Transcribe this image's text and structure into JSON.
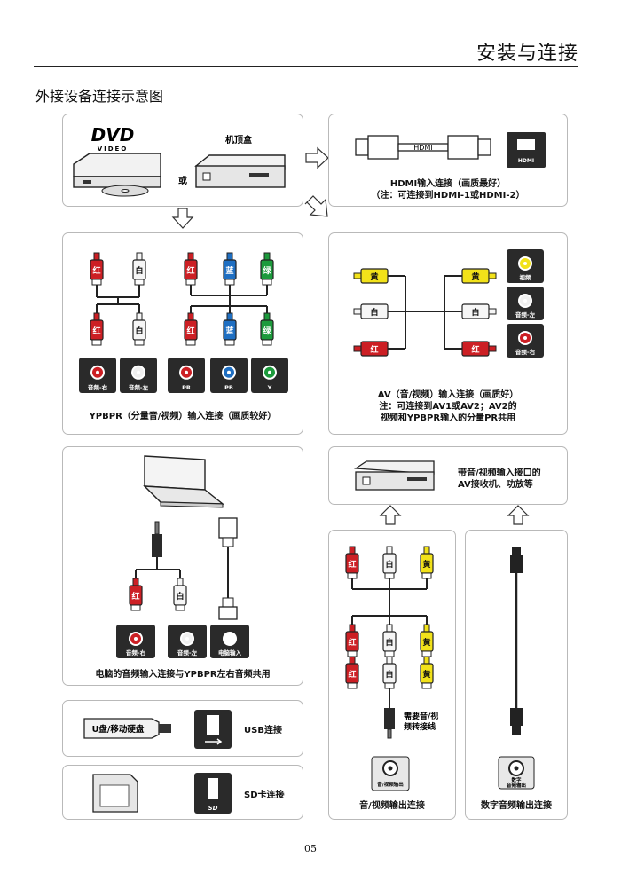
{
  "header": {
    "title": "安装与连接"
  },
  "section_title": "外接设备连接示意图",
  "sources": {
    "dvd_logo": "DVD",
    "dvd_sub": "VIDEO",
    "or": "或",
    "stb_label": "机顶盒"
  },
  "hdmi": {
    "cable_text": "HDMI",
    "port_text": "HDMI",
    "caption_1": "HDMI输入连接（画质最好）",
    "caption_2": "（注：可连接到HDMI-1或HDMI-2）"
  },
  "ypbpr": {
    "plugs": [
      "红",
      "白",
      "红",
      "蓝",
      "绿"
    ],
    "ports": [
      "音频-右",
      "音频-左",
      "PR",
      "PB",
      "Y"
    ],
    "caption": "YPBPR（分量音/视频）输入连接（画质较好）"
  },
  "av": {
    "plugs": [
      "黄",
      "白",
      "红"
    ],
    "ports": [
      "视频",
      "音频-左",
      "音频-右"
    ],
    "caption_1": "AV（音/视频）输入连接（画质好）",
    "caption_2": "注：可连接到AV1或AV2；AV2的",
    "caption_3": "视频和YPBPR输入的分量PR共用"
  },
  "pc": {
    "plugs": [
      "红",
      "白"
    ],
    "ports": [
      "音频-右",
      "音频-左",
      "电脑输入"
    ],
    "caption": "电脑的音频输入连接与YPBPR左右音频共用"
  },
  "receiver": {
    "label_1": "带音/视频输入接口的",
    "label_2": "AV接收机、功放等"
  },
  "usb": {
    "device": "U盘/移动硬盘",
    "label": "USB连接"
  },
  "sd": {
    "label": "SD卡连接"
  },
  "av_out": {
    "plugs": [
      "红",
      "白",
      "黄"
    ],
    "note_1": "需要音/视",
    "note_2": "频转接线",
    "port": "音/视频输出",
    "caption": "音/视频输出连接"
  },
  "digital_out": {
    "port_1": "数字",
    "port_2": "音频输出",
    "caption": "数字音频输出连接"
  },
  "page_number": "05"
}
